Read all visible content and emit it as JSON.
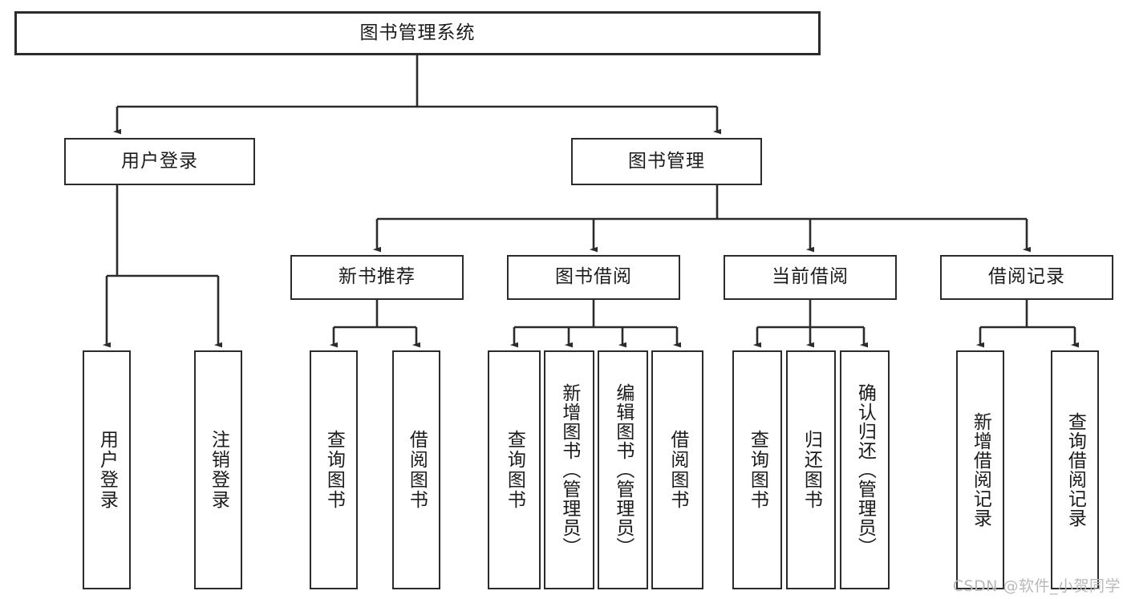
{
  "diagram": {
    "type": "tree",
    "title": "图书管理系统",
    "orientation": "top-down",
    "root": {
      "label": "图书管理系统"
    },
    "level1": [
      {
        "label": "用户登录"
      },
      {
        "label": "图书管理"
      }
    ],
    "level2": [
      {
        "label": "新书推荐"
      },
      {
        "label": "图书借阅"
      },
      {
        "label": "当前借阅"
      },
      {
        "label": "借阅记录"
      }
    ],
    "leaves": {
      "user_login": [
        {
          "label": "用户登录"
        },
        {
          "label": "注销登录"
        }
      ],
      "new_book": [
        {
          "label": "查询图书"
        },
        {
          "label": "借阅图书"
        }
      ],
      "borrow_book": [
        {
          "label": "查询图书"
        },
        {
          "label": "新增图书（管理员）"
        },
        {
          "label": "编辑图书（管理员）"
        },
        {
          "label": "借阅图书"
        }
      ],
      "current_borrow": [
        {
          "label": "查询图书"
        },
        {
          "label": "归还图书"
        },
        {
          "label": "确认归还（管理员）"
        }
      ],
      "borrow_record": [
        {
          "label": "新增借阅记录"
        },
        {
          "label": "查询借阅记录"
        }
      ]
    }
  },
  "watermark": {
    "text": "CSDN @软件_小贺同学"
  },
  "colors": {
    "stroke": "#2b2b2b",
    "background": "#ffffff",
    "text": "#1b1b1b",
    "watermark": "#b9b9b9"
  }
}
